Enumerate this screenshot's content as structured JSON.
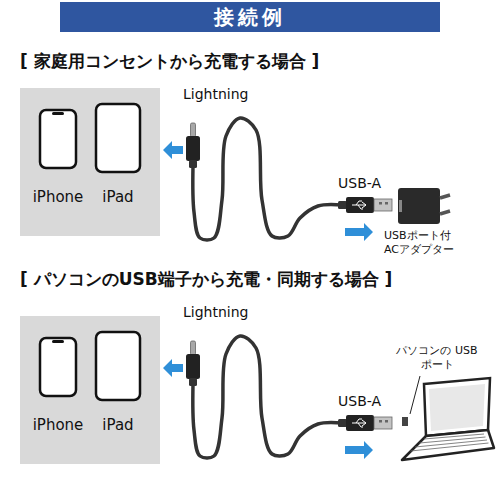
{
  "diagram": {
    "title": "接続例",
    "nodes": [
      {
        "text": [
          "接続例"
        ]
      },
      {
        "text": [
          "iPhone",
          "iPad"
        ]
      },
      {
        "text": [
          "USBポート付 ACアダプター"
        ]
      },
      {
        "text": [
          "iPhone",
          "iPad"
        ]
      },
      {
        "text": [
          "パソコンの USBポート"
        ]
      }
    ],
    "labels": [
      "[ 家庭用コンセントから充電する場合 ]",
      "Lightning",
      "USB-A",
      "[ パソコンのUSB端子から充電・同期する場合 ]",
      "Lightning",
      "USB-A"
    ]
  }
}
